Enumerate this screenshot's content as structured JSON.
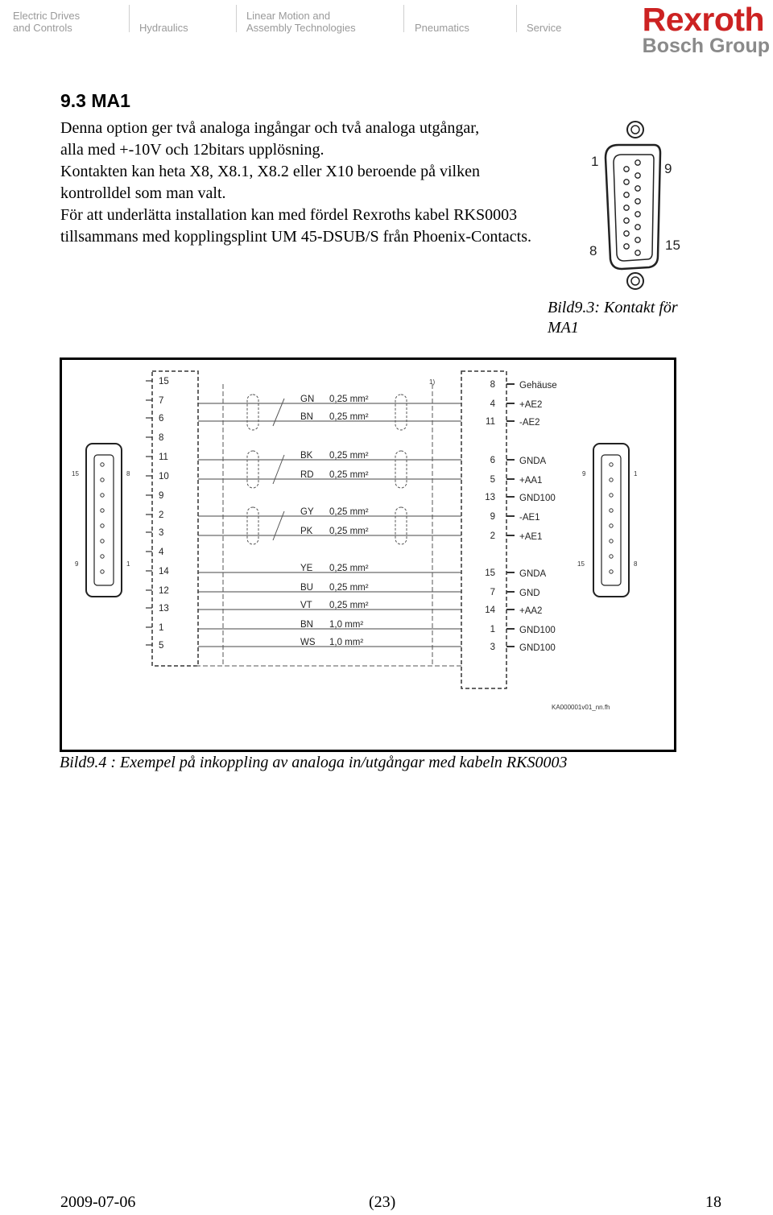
{
  "header": {
    "nav": [
      "Electric Drives\nand Controls",
      "Hydraulics",
      "Linear Motion and\nAssembly Technologies",
      "Pneumatics",
      "Service"
    ],
    "brand": "Rexroth",
    "brand_sub": "Bosch Group"
  },
  "section": {
    "title": "9.3 MA1",
    "paragraphs": [
      "Denna option ger två analoga ingångar och två analoga utgångar, alla med +-10V och 12bitars upplösning.",
      "Kontakten kan heta X8, X8.1, X8.2 eller X10 beroende på vilken kontrolldel som man valt.",
      "För att underlätta installation kan med fördel Rexroths kabel RKS0003 tillsammans med kopplingsplint UM 45-DSUB/S från Phoenix-Contacts."
    ]
  },
  "figure1": {
    "pin_labels": [
      "1",
      "9",
      "8",
      "15"
    ],
    "caption": "Bild9.3: Kontakt för MA1"
  },
  "figure2": {
    "left_pins": [
      "15",
      "7",
      "6",
      "8",
      "11",
      "10",
      "9",
      "2",
      "3",
      "4",
      "14",
      "12",
      "13",
      "1",
      "5"
    ],
    "wires": [
      {
        "color": "GN",
        "size": "0,25 mm²",
        "pin": "4",
        "signal": "+AE2"
      },
      {
        "color": "BN",
        "size": "0,25 mm²",
        "pin": "11",
        "signal": "-AE2"
      },
      {
        "color": "BK",
        "size": "0,25 mm²",
        "pin": "6",
        "signal": "GNDA"
      },
      {
        "color": "RD",
        "size": "0,25 mm²",
        "pin": "5",
        "signal": "+AA1"
      },
      {
        "color": "GY",
        "size": "0,25 mm²",
        "pin": "9",
        "signal": "-AE1"
      },
      {
        "color": "PK",
        "size": "0,25 mm²",
        "pin": "2",
        "signal": "+AE1"
      },
      {
        "color": "YE",
        "size": "0,25 mm²",
        "pin": "15",
        "signal": "GNDA"
      },
      {
        "color": "BU",
        "size": "0,25 mm²",
        "pin": "7",
        "signal": "GND"
      },
      {
        "color": "VT",
        "size": "0,25 mm²",
        "pin": "14",
        "signal": "+AA2"
      },
      {
        "color": "BN",
        "size": "1,0 mm²",
        "pin": "1",
        "signal": "GND100"
      },
      {
        "color": "WS",
        "size": "1,0 mm²",
        "pin": "3",
        "signal": "GND100"
      }
    ],
    "extra_right": [
      {
        "pin": "8",
        "signal": "Gehäuse"
      },
      {
        "pin": "13",
        "signal": "GND100"
      }
    ],
    "footnote": "1)",
    "left_conn_labels": [
      "15",
      "8",
      "9",
      "1"
    ],
    "right_conn_labels": [
      "9",
      "1",
      "15",
      "8"
    ],
    "drawing_id": "KA000001v01_nn.fh",
    "caption": "Bild9.4 : Exempel på inkoppling av analoga in/utgångar med kabeln RKS0003"
  },
  "footer": {
    "date": "2009-07-06",
    "total_pages": "(23)",
    "page": "18"
  }
}
